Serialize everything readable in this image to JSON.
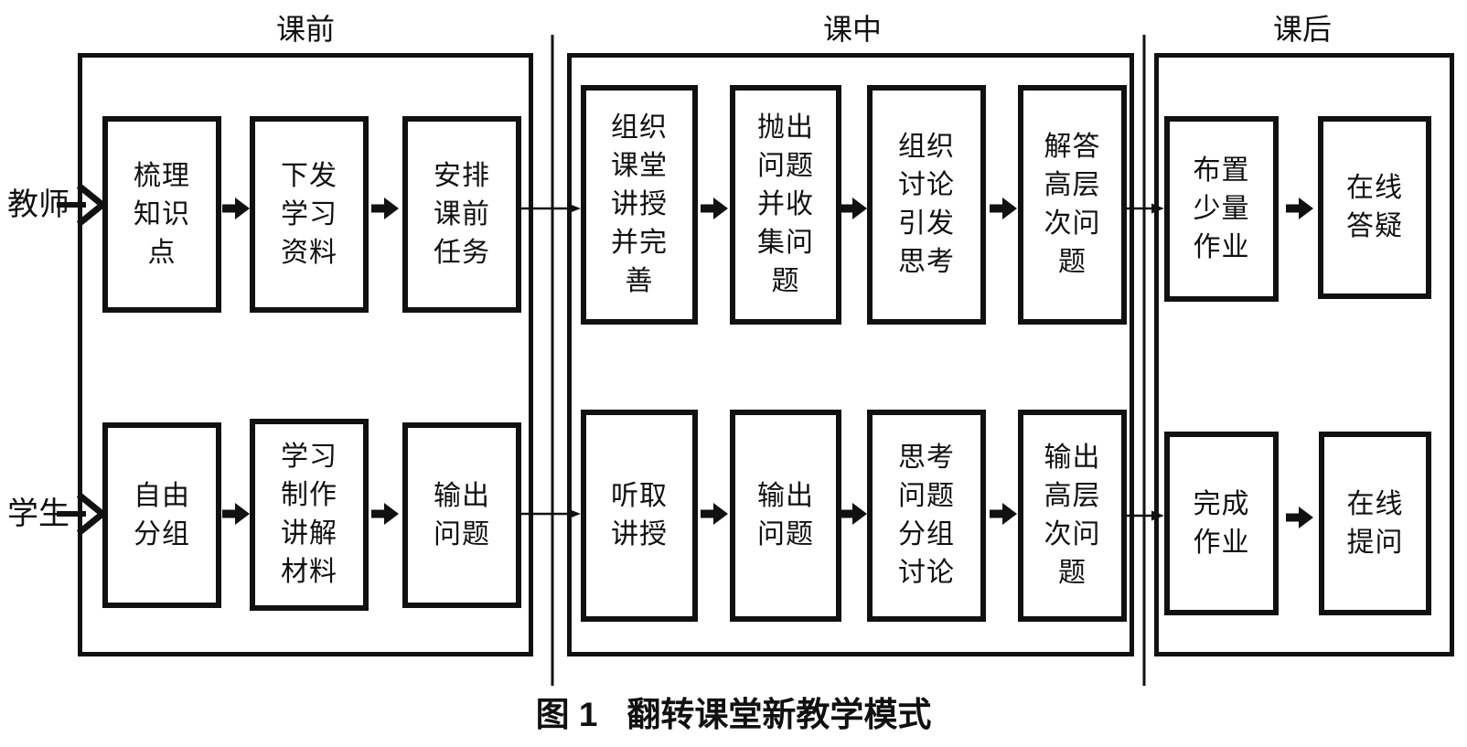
{
  "diagram": {
    "phases": [
      {
        "header": "课前"
      },
      {
        "header": "课中"
      },
      {
        "header": "课后"
      }
    ],
    "rows": [
      {
        "label": "教师"
      },
      {
        "label": "学生"
      }
    ],
    "boxes": {
      "teacher": [
        {
          "label": "梳理\n知识\n点"
        },
        {
          "label": "下发\n学习\n资料"
        },
        {
          "label": "安排\n课前\n任务"
        },
        {
          "label": "组织\n课堂\n讲授\n并完\n善"
        },
        {
          "label": "抛出\n问题\n并收\n集问\n题"
        },
        {
          "label": "组织\n讨论\n引发\n思考"
        },
        {
          "label": "解答\n高层\n次问\n题"
        },
        {
          "label": "布置\n少量\n作业"
        },
        {
          "label": "在线\n答疑"
        }
      ],
      "student": [
        {
          "label": "自由\n分组"
        },
        {
          "label": "学习\n制作\n讲解\n材料"
        },
        {
          "label": "输出\n问题"
        },
        {
          "label": "听取\n讲授"
        },
        {
          "label": "输出\n问题"
        },
        {
          "label": "思考\n问题\n分组\n讨论"
        },
        {
          "label": "输出\n高层\n次问\n题"
        },
        {
          "label": "完成\n作业"
        },
        {
          "label": "在线\n提问"
        }
      ]
    },
    "caption": {
      "prefix": "图 1",
      "title": "翻转课堂新教学模式"
    }
  },
  "colors": {
    "line": "#111111",
    "background": "#ffffff"
  }
}
